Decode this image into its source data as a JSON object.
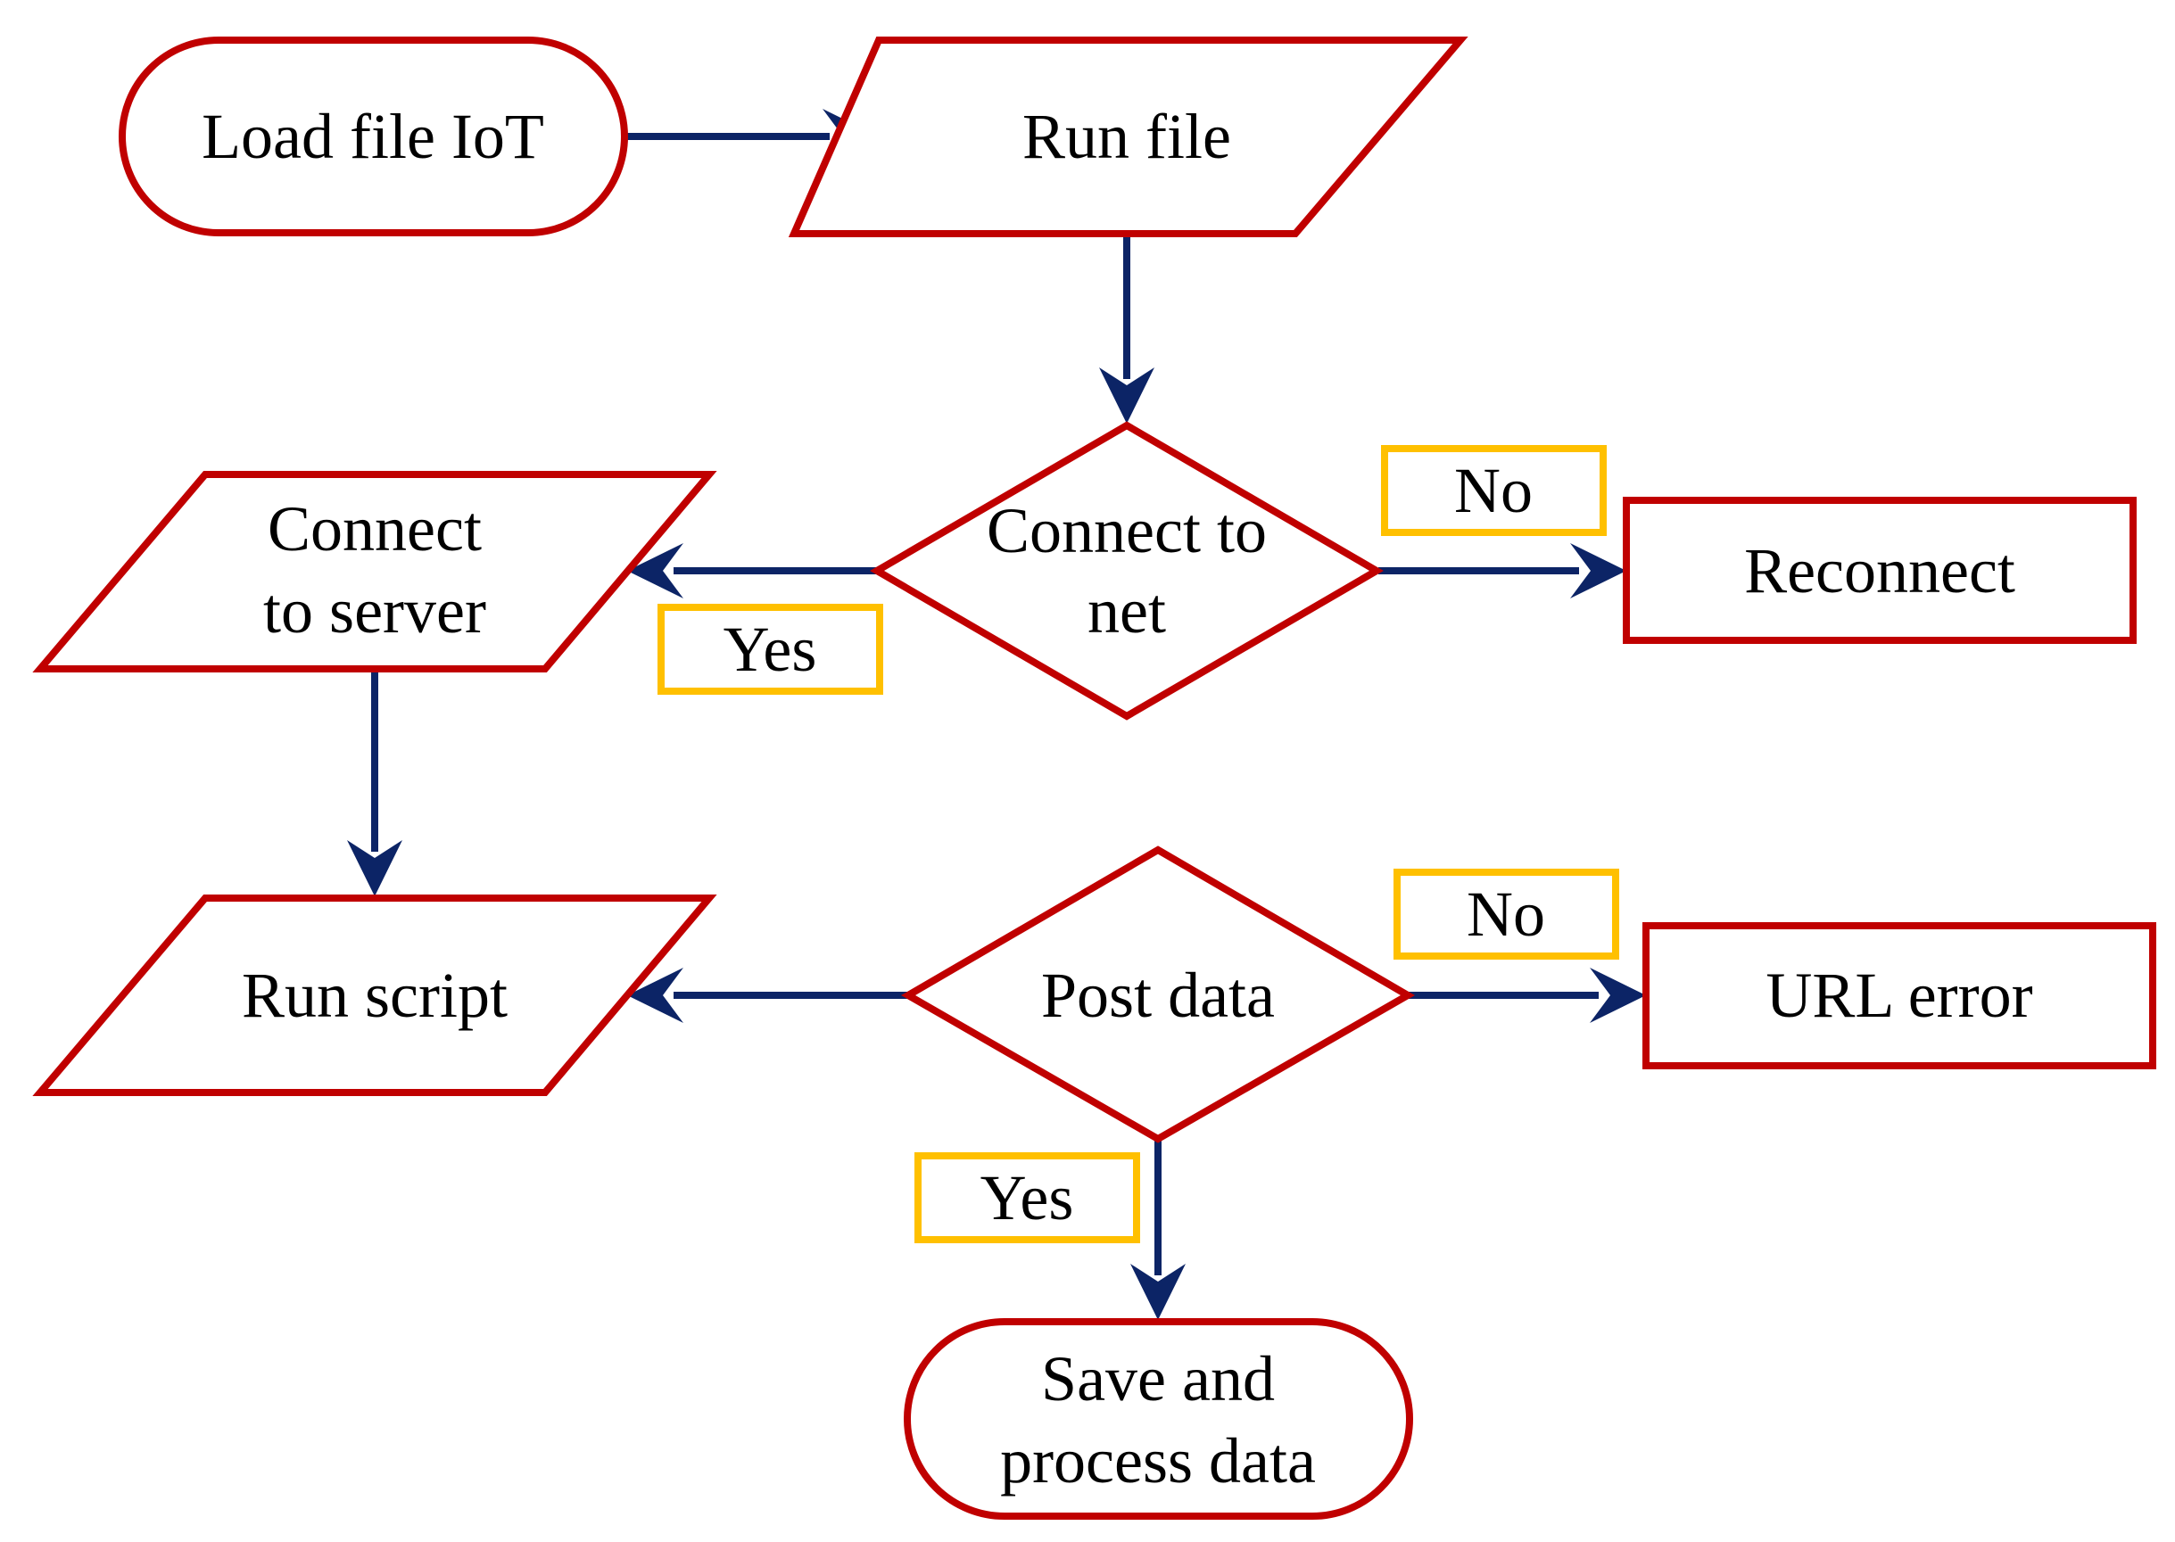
{
  "colors": {
    "node_border": "#c00000",
    "label_border": "#ffc000",
    "arrow": "#0c2466",
    "text": "#000000",
    "background": "#ffffff"
  },
  "nodes": {
    "load_file": {
      "shape": "terminator",
      "lines": [
        "Load file IoT"
      ]
    },
    "run_file": {
      "shape": "parallelogram",
      "lines": [
        "Run file"
      ]
    },
    "connect_net": {
      "shape": "decision",
      "lines": [
        "Connect to",
        "net"
      ]
    },
    "reconnect": {
      "shape": "process",
      "lines": [
        "Reconnect"
      ]
    },
    "connect_server": {
      "shape": "parallelogram",
      "lines": [
        "Connect",
        "to server"
      ]
    },
    "run_script": {
      "shape": "parallelogram",
      "lines": [
        "Run script"
      ]
    },
    "post_data": {
      "shape": "decision",
      "lines": [
        "Post data"
      ]
    },
    "url_error": {
      "shape": "process",
      "lines": [
        "URL error"
      ]
    },
    "save_process": {
      "shape": "terminator",
      "lines": [
        "Save and",
        "process data"
      ]
    }
  },
  "edge_labels": {
    "net_no": "No",
    "net_yes": "Yes",
    "post_no": "No",
    "post_yes": "Yes"
  },
  "edges": [
    {
      "from": "load_file",
      "to": "run_file"
    },
    {
      "from": "run_file",
      "to": "connect_net"
    },
    {
      "from": "connect_net",
      "to": "connect_server",
      "label": "Yes"
    },
    {
      "from": "connect_net",
      "to": "reconnect",
      "label": "No"
    },
    {
      "from": "connect_server",
      "to": "run_script"
    },
    {
      "from": "post_data",
      "to": "run_script"
    },
    {
      "from": "post_data",
      "to": "url_error",
      "label": "No"
    },
    {
      "from": "post_data",
      "to": "save_process",
      "label": "Yes"
    }
  ]
}
